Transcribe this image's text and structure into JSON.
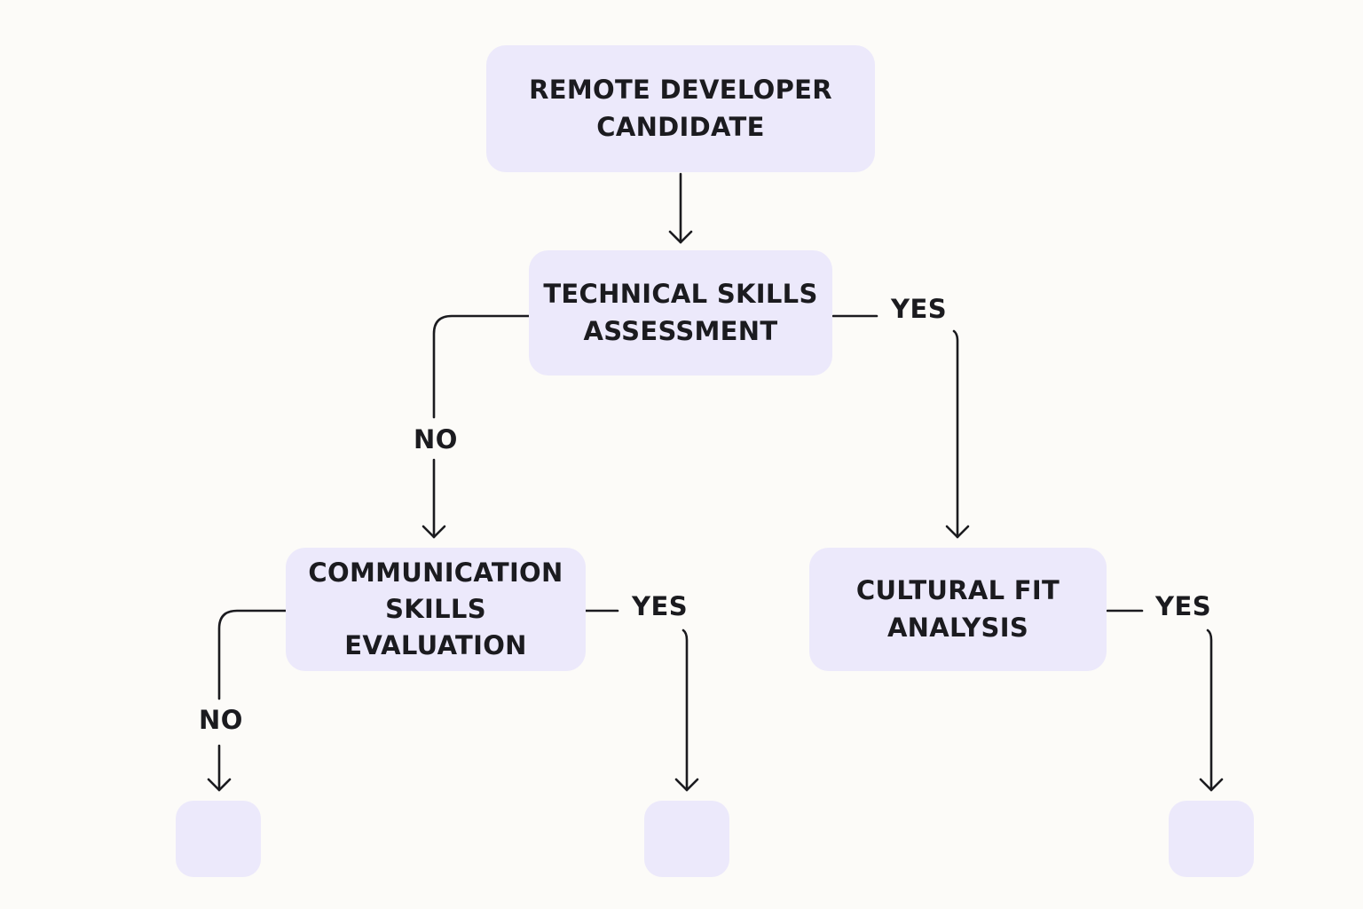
{
  "nodes": {
    "root": "REMOTE DEVELOPER\nCANDIDATE",
    "technical": "TECHNICAL SKILLS\nASSESSMENT",
    "communication": "COMMUNICATION\nSKILLS EVALUATION",
    "cultural": "CULTURAL FIT\nANALYSIS"
  },
  "edges": {
    "technical_no": "NO",
    "technical_yes": "YES",
    "communication_no": "NO",
    "communication_yes": "YES",
    "cultural_yes": "YES"
  },
  "colors": {
    "node_fill": "#ece9fb",
    "line": "#1b1b1f",
    "background": "#fcfbf8"
  }
}
